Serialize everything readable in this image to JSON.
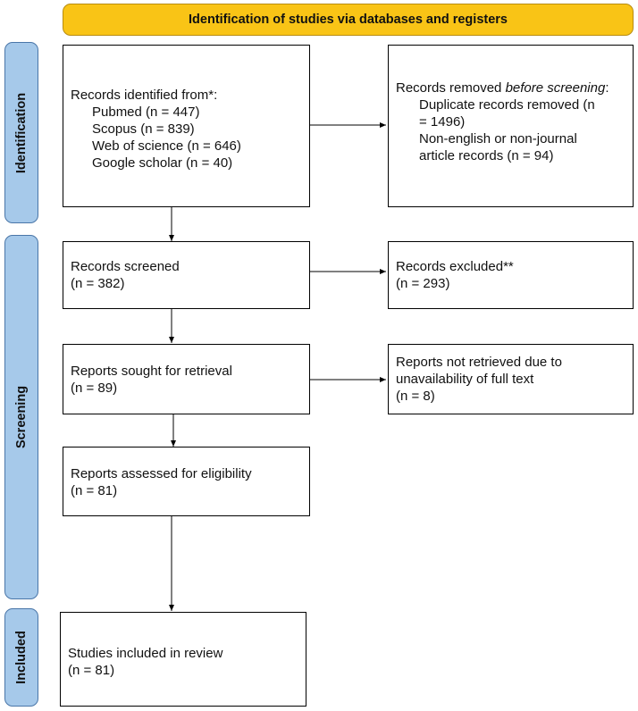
{
  "header": "Identification of studies via databases and registers",
  "phases": {
    "identification": "Identification",
    "screening": "Screening",
    "included": "Included"
  },
  "identified": {
    "title": "Records identified from*:",
    "sources": [
      "Pubmed (n = 447)",
      "Scopus (n =  839)",
      "Web of science (n = 646)",
      "Google scholar (n = 40)"
    ]
  },
  "removed": {
    "title_prefix": "Records removed ",
    "title_italic": "before screening",
    "title_suffix": ":",
    "line1": "Duplicate records removed  (n",
    "line2": "= 1496)",
    "line3": "Non-english or non-journal",
    "line4": "article records (n = 94)"
  },
  "screened": {
    "label": "Records screened",
    "count": "(n = 382)"
  },
  "excluded": {
    "label": "Records excluded**",
    "count": "(n = 293)"
  },
  "sought": {
    "label": "Reports sought for retrieval",
    "count": "(n = 89)"
  },
  "not_retrieved": {
    "line1": "Reports not retrieved due to",
    "line2": "unavailability of full text",
    "count": "(n = 8)"
  },
  "assessed": {
    "label": "Reports assessed for eligibility",
    "count": "(n = 81)"
  },
  "included": {
    "label": "Studies included in review",
    "count": "(n = 81)"
  }
}
